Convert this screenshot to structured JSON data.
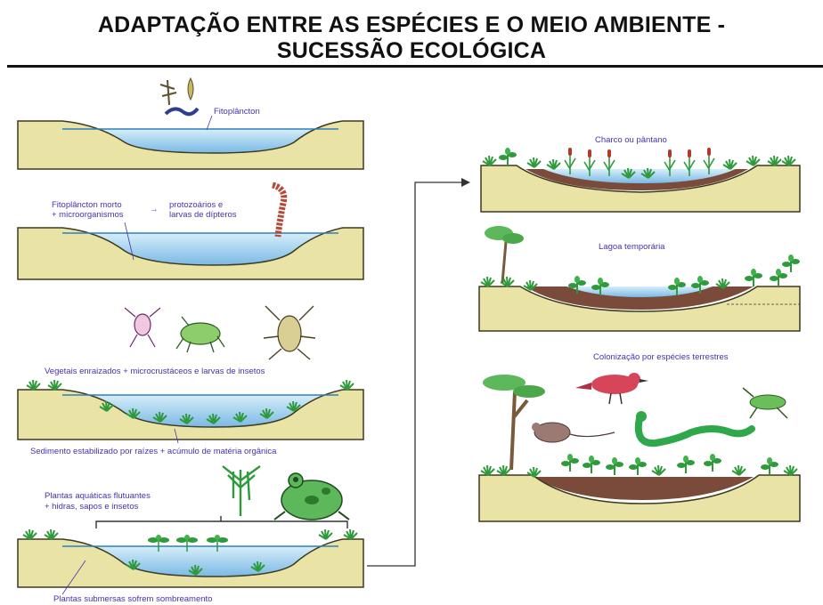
{
  "title": {
    "line1": "ADAPTAÇÃO ENTRE AS ESPÉCIES E O MEIO AMBIENTE -",
    "line2": "SUCESSÃO ECOLÓGICA"
  },
  "stages_left": [
    {
      "labels": [
        "Fitoplâncton"
      ]
    },
    {
      "labels": [
        "Fitoplâncton morto",
        "+ microorganismos",
        "protozoários e",
        "larvas de dípteros"
      ]
    },
    {
      "labels": [
        "Vegetais enraizados + microcrustáceos e larvas de insetos",
        "Sedimento estabilizado por raízes + acúmulo de matéria orgânica"
      ]
    },
    {
      "labels": [
        "Plantas aquáticas flutuantes",
        "+ hidras, sapos e insetos",
        "Plantas submersas sofrem sombreamento"
      ]
    }
  ],
  "stages_right": [
    {
      "labels": [
        "Charco ou pântano"
      ]
    },
    {
      "labels": [
        "Lagoa temporária"
      ]
    },
    {
      "labels": [
        "Colonização por espécies terrestres"
      ]
    }
  ],
  "colors": {
    "soil": "#e9e4a6",
    "soil_edge": "#3d3a20",
    "water": "#b9ddf2",
    "water_deep": "#8fc6ea",
    "sediment": "#7a4a3a",
    "plant": "#2e9a3c",
    "label": "#4a2fb0"
  }
}
